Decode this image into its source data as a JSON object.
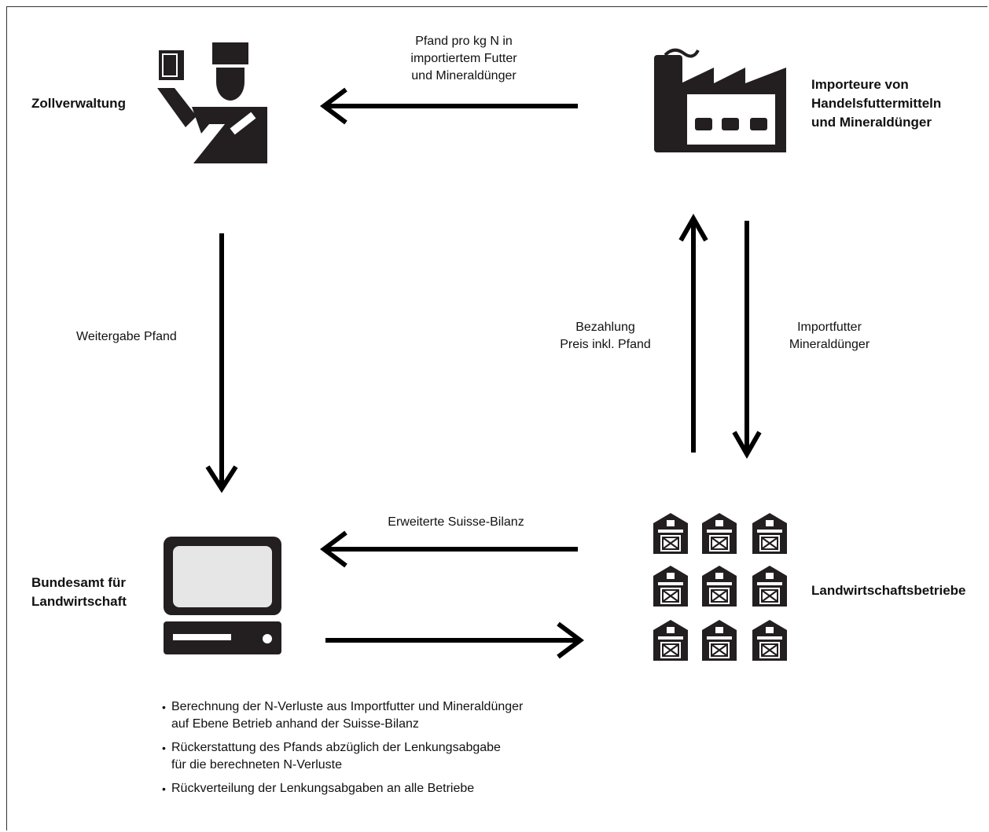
{
  "nodes": {
    "zoll": "Zollverwaltung",
    "importeure": [
      "Importeure von",
      "Handelsfuttermitteln",
      "und Mineraldünger"
    ],
    "bundesamt": [
      "Bundesamt für",
      "Landwirtschaft"
    ],
    "betriebe": "Landwirtschaftsbetriebe"
  },
  "edges": {
    "pfand": [
      "Pfand pro kg N in",
      "importiertem Futter",
      "und Mineraldünger"
    ],
    "weitergabe": "Weitergabe Pfand",
    "bezahlung": [
      "Bezahlung",
      "Preis inkl. Pfand"
    ],
    "importfutter": [
      "Importfutter",
      "Mineraldünger"
    ],
    "bilanz": "Erweiterte Suisse-Bilanz"
  },
  "bullets": [
    [
      "Berechnung der N-Verluste aus Importfutter und Mineraldünger",
      "auf Ebene Betrieb anhand der Suisse-Bilanz"
    ],
    [
      "Rückerstattung des Pfands abzüglich der Lenkungsabgabe",
      "für die berechneten N-Verluste"
    ],
    [
      "Rückverteilung der Lenkungsabgaben an alle Betriebe"
    ]
  ],
  "colors": {
    "ink": "#231f20",
    "screen": "#e6e6e6"
  },
  "icons": {
    "zoll": "customs-officer-icon",
    "importeure": "factory-icon",
    "bundesamt": "computer-icon",
    "betriebe": "barn-icon"
  }
}
